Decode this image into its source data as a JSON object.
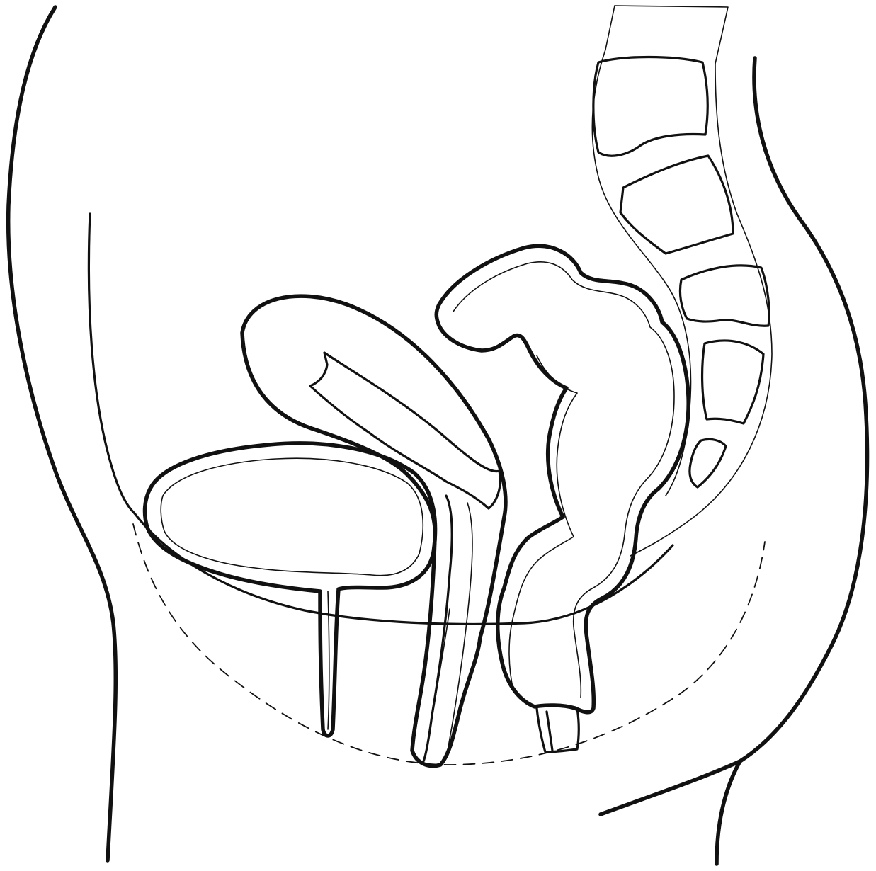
{
  "diagram": {
    "colors": {
      "background": "#ffffff",
      "line": "#111111"
    },
    "elements": [
      {
        "name": "body-outline-front"
      },
      {
        "name": "body-outline-back"
      },
      {
        "name": "buttock-outline"
      },
      {
        "name": "abdominal-wall-line"
      },
      {
        "name": "pelvic-floor-line"
      },
      {
        "name": "pelvic-floor-dashed-line"
      },
      {
        "name": "spine-column-outline"
      },
      {
        "name": "vertebra-1"
      },
      {
        "name": "vertebra-2"
      },
      {
        "name": "vertebra-3"
      },
      {
        "name": "vertebra-4"
      },
      {
        "name": "vertebra-5"
      },
      {
        "name": "bladder"
      },
      {
        "name": "bladder-inner-wall"
      },
      {
        "name": "urethra"
      },
      {
        "name": "uterus"
      },
      {
        "name": "uterine-cavity"
      },
      {
        "name": "vagina"
      },
      {
        "name": "vagina-inner-wall"
      },
      {
        "name": "rectum-sigmoid-colon"
      },
      {
        "name": "rectum-inner-wall"
      },
      {
        "name": "anal-canal"
      }
    ]
  }
}
